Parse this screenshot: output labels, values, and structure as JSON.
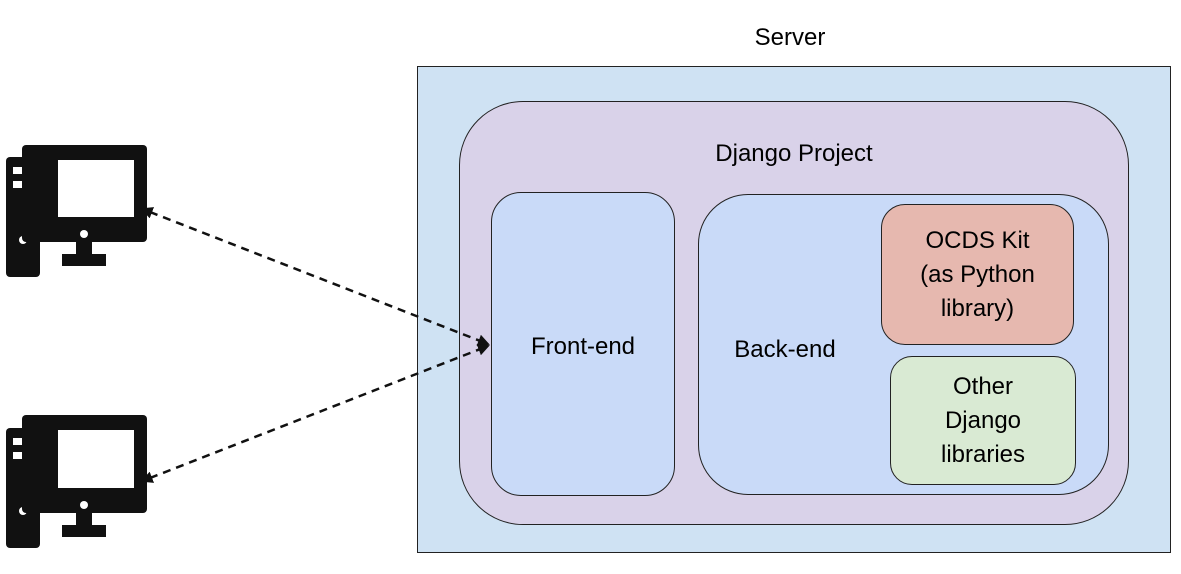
{
  "server": {
    "label": "Server"
  },
  "django_project": {
    "label": "Django Project"
  },
  "frontend": {
    "label": "Front-end"
  },
  "backend": {
    "label": "Back-end"
  },
  "ocds_kit": {
    "lines": [
      "OCDS Kit",
      "(as Python",
      "library)"
    ]
  },
  "other_libraries": {
    "lines": [
      "Other",
      "Django",
      "libraries"
    ]
  },
  "clients": [
    {
      "icon": "desktop-computer-icon"
    },
    {
      "icon": "desktop-computer-icon"
    }
  ],
  "colors": {
    "server_fill": "#cfe2f3",
    "project_fill": "#d9d2e9",
    "component_fill": "#c9daf8",
    "ocds_fill": "#e6b8af",
    "other_fill": "#d9ead3",
    "stroke": "#222222"
  }
}
